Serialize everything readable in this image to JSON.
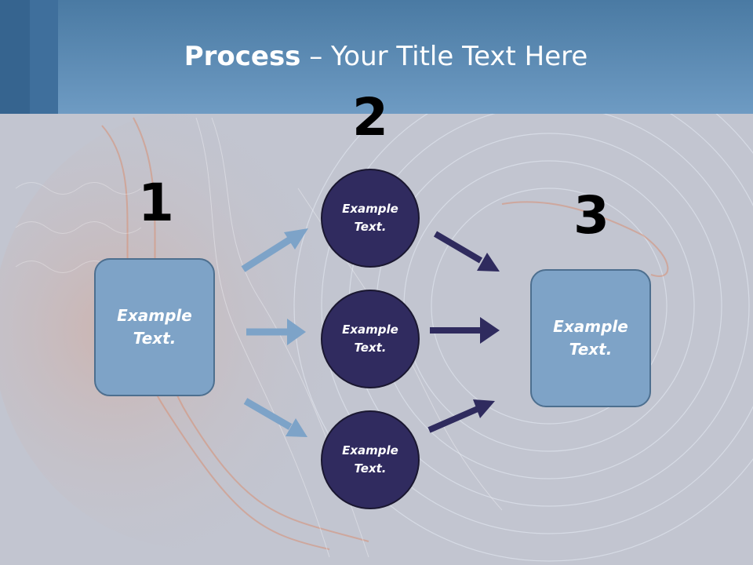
{
  "title": {
    "bold": "Process",
    "rest": " – Your Title Text Here"
  },
  "steps": [
    {
      "number": "1",
      "label": "Example Text."
    },
    {
      "number": "2",
      "label": "Example Text."
    },
    {
      "number": "3",
      "label": "Example Text."
    }
  ],
  "circles": [
    {
      "label": "Example Text."
    },
    {
      "label": "Example Text."
    },
    {
      "label": "Example Text."
    }
  ],
  "colors": {
    "header": "#5f8db8",
    "box_fill": "#7ea3c7",
    "circle_fill": "#302b5f",
    "arrow_light": "#7da3c8",
    "arrow_dark": "#2f2b5e"
  }
}
